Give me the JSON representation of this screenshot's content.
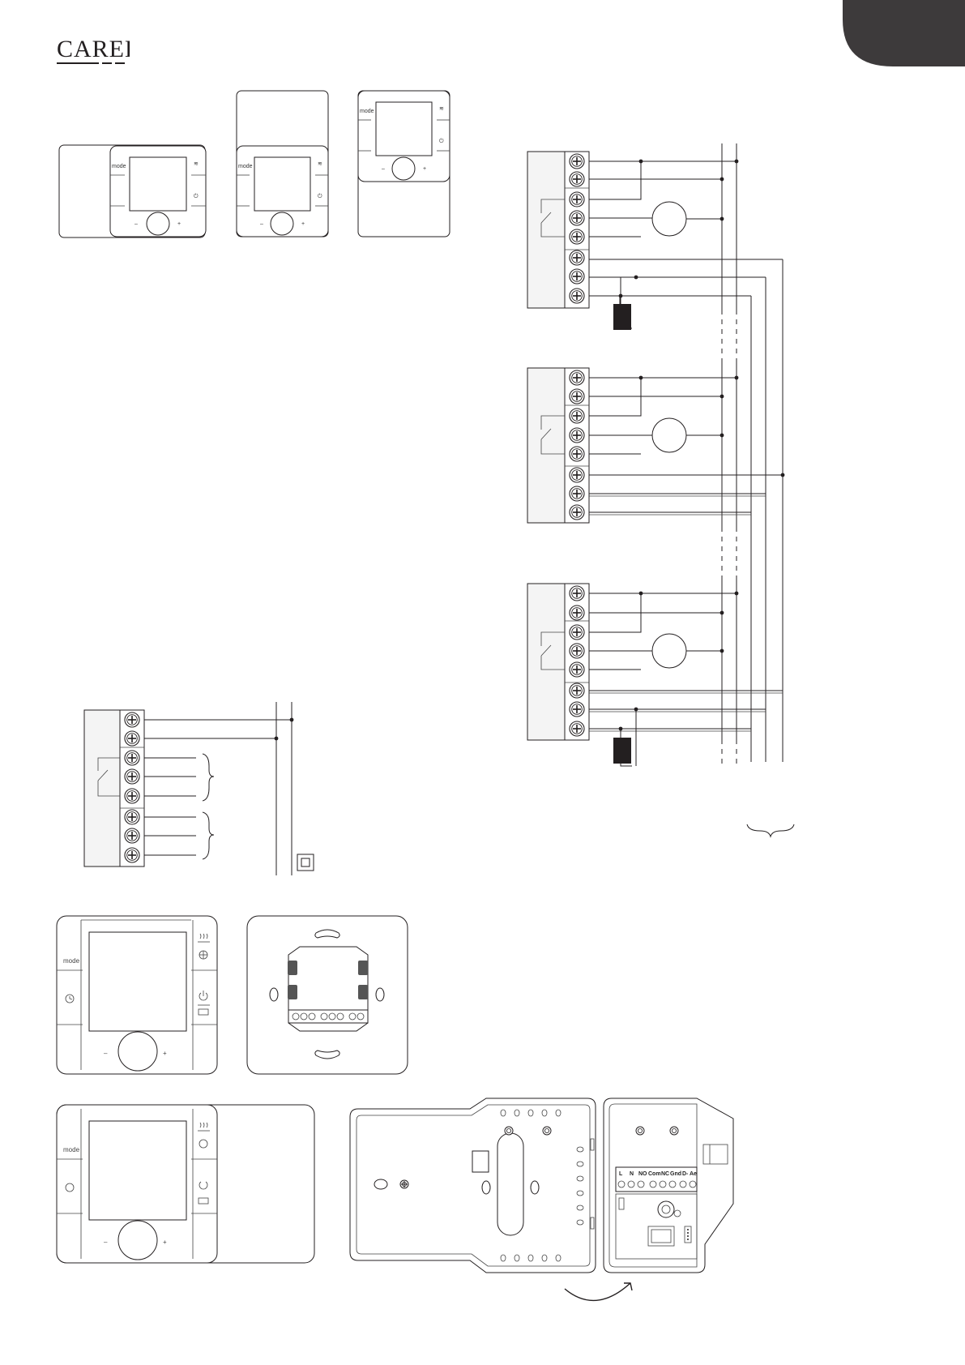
{
  "header": {
    "brand": "CAREL",
    "tab_color": "#3d3a3b"
  },
  "colors": {
    "ink": "#231f20",
    "panel": "#f4f4f4",
    "tab": "#3d3a3b"
  },
  "thermostat": {
    "mode_label": "mode",
    "minus_label": "–",
    "plus_label": "+",
    "heat_icon": "heat-icon",
    "fan_icon": "fan-icon",
    "clock_icon": "clock-icon",
    "power_icon": "power-icon",
    "comfort_icon": "comfort-icon"
  },
  "wiring_diagram": {
    "units": 3,
    "terminals_per_unit": 8
  },
  "backplate": {
    "terminal_labels": [
      "L",
      "N",
      "NO",
      "Com",
      "NC",
      "Gnd",
      "D-",
      "Ae"
    ]
  }
}
